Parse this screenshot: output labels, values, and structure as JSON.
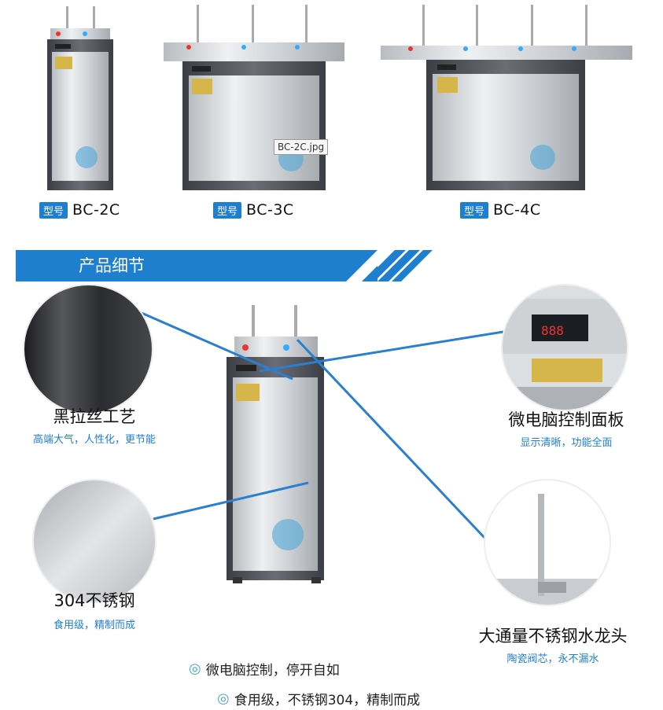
{
  "models": [
    {
      "tag": "型号",
      "name": "BC-2C"
    },
    {
      "tag": "型号",
      "name": "BC-3C"
    },
    {
      "tag": "型号",
      "name": "BC-4C"
    }
  ],
  "tooltip": "BC-2C.jpg",
  "section_title": "产品细节",
  "features": {
    "black_brushed": {
      "title": "黑拉丝工艺",
      "subtitle": "高端大气，人性化，更节能"
    },
    "stainless": {
      "title": "304不锈钢",
      "subtitle": "食用级，精制而成"
    },
    "panel": {
      "title": "微电脑控制面板",
      "subtitle": "显示清晰，功能全面"
    },
    "faucet": {
      "title": "大通量不锈钢水龙头",
      "subtitle": "陶瓷阀芯，永不漏水"
    }
  },
  "panel_display": "888",
  "bullets": [
    "微电脑控制，停开自如",
    "食用级，不锈钢304，精制而成"
  ],
  "colors": {
    "accent": "#1f7fcf",
    "line": "#2a7fd0"
  }
}
